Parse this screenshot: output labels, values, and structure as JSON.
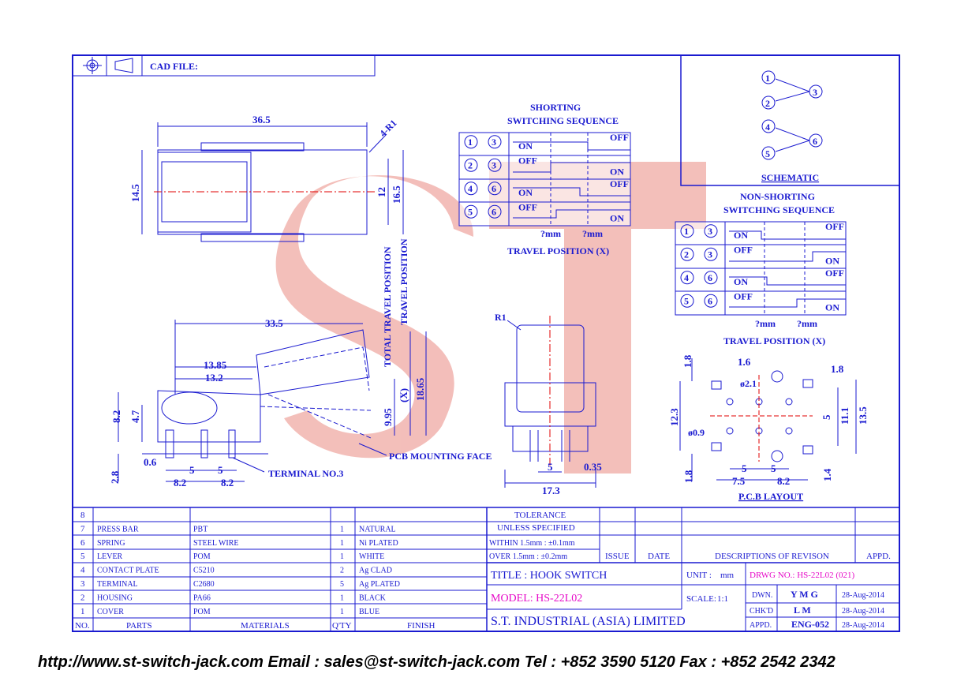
{
  "cad_file_label": "CAD FILE:",
  "shorting": {
    "title_line1": "SHORTING",
    "title_line2": "SWITCHING SEQUENCE",
    "rows": [
      {
        "a": "1",
        "b": "3",
        "left": "ON",
        "right": "OFF"
      },
      {
        "a": "2",
        "b": "3",
        "left": "OFF",
        "right": "ON"
      },
      {
        "a": "4",
        "b": "6",
        "left": "ON",
        "right": "OFF"
      },
      {
        "a": "5",
        "b": "6",
        "left": "OFF",
        "right": "ON"
      }
    ],
    "mm1": "?mm",
    "mm2": "?mm",
    "travel": "TRAVEL POSITION (X)"
  },
  "non_shorting": {
    "title_line1": "NON-SHORTING",
    "title_line2": "SWITCHING SEQUENCE",
    "rows": [
      {
        "a": "1",
        "b": "3",
        "left": "ON",
        "right": "OFF"
      },
      {
        "a": "2",
        "b": "3",
        "left": "OFF",
        "right": "ON"
      },
      {
        "a": "4",
        "b": "6",
        "left": "ON",
        "right": "OFF"
      },
      {
        "a": "5",
        "b": "6",
        "left": "OFF",
        "right": "ON"
      }
    ],
    "mm1": "?mm",
    "mm2": "?mm",
    "travel": "TRAVEL POSITION (X)"
  },
  "schematic": {
    "label": "SCHEMATIC",
    "pins": [
      "1",
      "2",
      "3",
      "4",
      "5",
      "6"
    ]
  },
  "top_view": {
    "d1": "36.5",
    "d2": "4-R1",
    "d3": "14.5",
    "d4": "12",
    "d5": "16.5"
  },
  "side_view": {
    "d1": "33.5",
    "d2": "13.85",
    "d3": "13.2",
    "d4": "8.2",
    "d5": "4.7",
    "d6": "0.6",
    "d7": "2.8",
    "d8": "5",
    "d9": "5",
    "d10": "8.2",
    "d11": "8.2",
    "total_travel": "TOTAL TRAVEL POSITION",
    "travel": "TRAVEL POSITION",
    "d12": "9.95",
    "d13": "(X)",
    "d14": "18.65",
    "terminal": "TERMINAL NO.3",
    "pcb_face": "PCB MOUNTING FACE"
  },
  "front_view": {
    "r": "R1",
    "d1": "5",
    "d2": "0.35",
    "d3": "17.3"
  },
  "pcb_layout": {
    "label": "P.C.B LAYOUT",
    "d1": "1.8",
    "d2": "1.6",
    "d3": "1.8",
    "d4": "ø2.1",
    "d5": "12.3",
    "d6": "5",
    "d7": "11.1",
    "d8": "13.5",
    "d9": "ø0.9",
    "d10": "5",
    "d11": "5",
    "d12": "1.8",
    "d13": "7.5",
    "d14": "8.2",
    "d15": "1.4"
  },
  "bom": {
    "rows": [
      {
        "no": "8",
        "part": "",
        "material": "",
        "qty": "",
        "finish": ""
      },
      {
        "no": "7",
        "part": "PRESS BAR",
        "material": "PBT",
        "qty": "1",
        "finish": "NATURAL"
      },
      {
        "no": "6",
        "part": "SPRING",
        "material": "STEEL WIRE",
        "qty": "1",
        "finish": "Ni PLATED"
      },
      {
        "no": "5",
        "part": "LEVER",
        "material": "POM",
        "qty": "1",
        "finish": "WHITE"
      },
      {
        "no": "4",
        "part": "CONTACT PLATE",
        "material": "C5210",
        "qty": "2",
        "finish": "Ag CLAD"
      },
      {
        "no": "3",
        "part": "TERMINAL",
        "material": "C2680",
        "qty": "5",
        "finish": "Ag PLATED"
      },
      {
        "no": "2",
        "part": "HOUSING",
        "material": "PA66",
        "qty": "1",
        "finish": "BLACK"
      },
      {
        "no": "1",
        "part": "COVER",
        "material": "POM",
        "qty": "1",
        "finish": "BLUE"
      }
    ],
    "headers": {
      "no": "NO.",
      "parts": "PARTS",
      "materials": "MATERIALS",
      "qty": "Q'TY",
      "finish": "FINISH"
    }
  },
  "tolerance": {
    "line1": "TOLERANCE",
    "line2": "UNLESS  SPECIFIED",
    "within": "WITHIN  1.5mm : ±0.1mm",
    "over": "OVER    1.5mm : ±0.2mm"
  },
  "revision": {
    "issue": "ISSUE",
    "date": "DATE",
    "desc": "DESCRIPTIONS  OF  REVISON",
    "appd": "APPD."
  },
  "title_block": {
    "title": "TITLE : HOOK SWITCH",
    "unit_label": "UNIT :",
    "unit": "mm",
    "drwg": "DRWG NO.: HS-22L02 (021)",
    "model": "MODEL: HS-22L02",
    "scale_label": "SCALE:",
    "scale": "1:1",
    "company": "S.T.  INDUSTRIAL  (ASIA)  LIMITED",
    "dwn_label": "DWN.",
    "dwn": "Y M G",
    "dwn_date": "28-Aug-2014",
    "chk_label": "CHK'D",
    "chk": "L M",
    "chk_date": "28-Aug-2014",
    "appd_label": "APPD.",
    "appd": "ENG-052",
    "appd_date": "28-Aug-2014"
  },
  "watermark": "ST",
  "footer": "http://www.st-switch-jack.com  Email : sales@st-switch-jack.com  Tel : +852 3590 5120  Fax : +852 2542 2342",
  "colors": {
    "line": "#1a1ad0",
    "accent": "#e60ac8",
    "watermark": "#e87f75"
  }
}
